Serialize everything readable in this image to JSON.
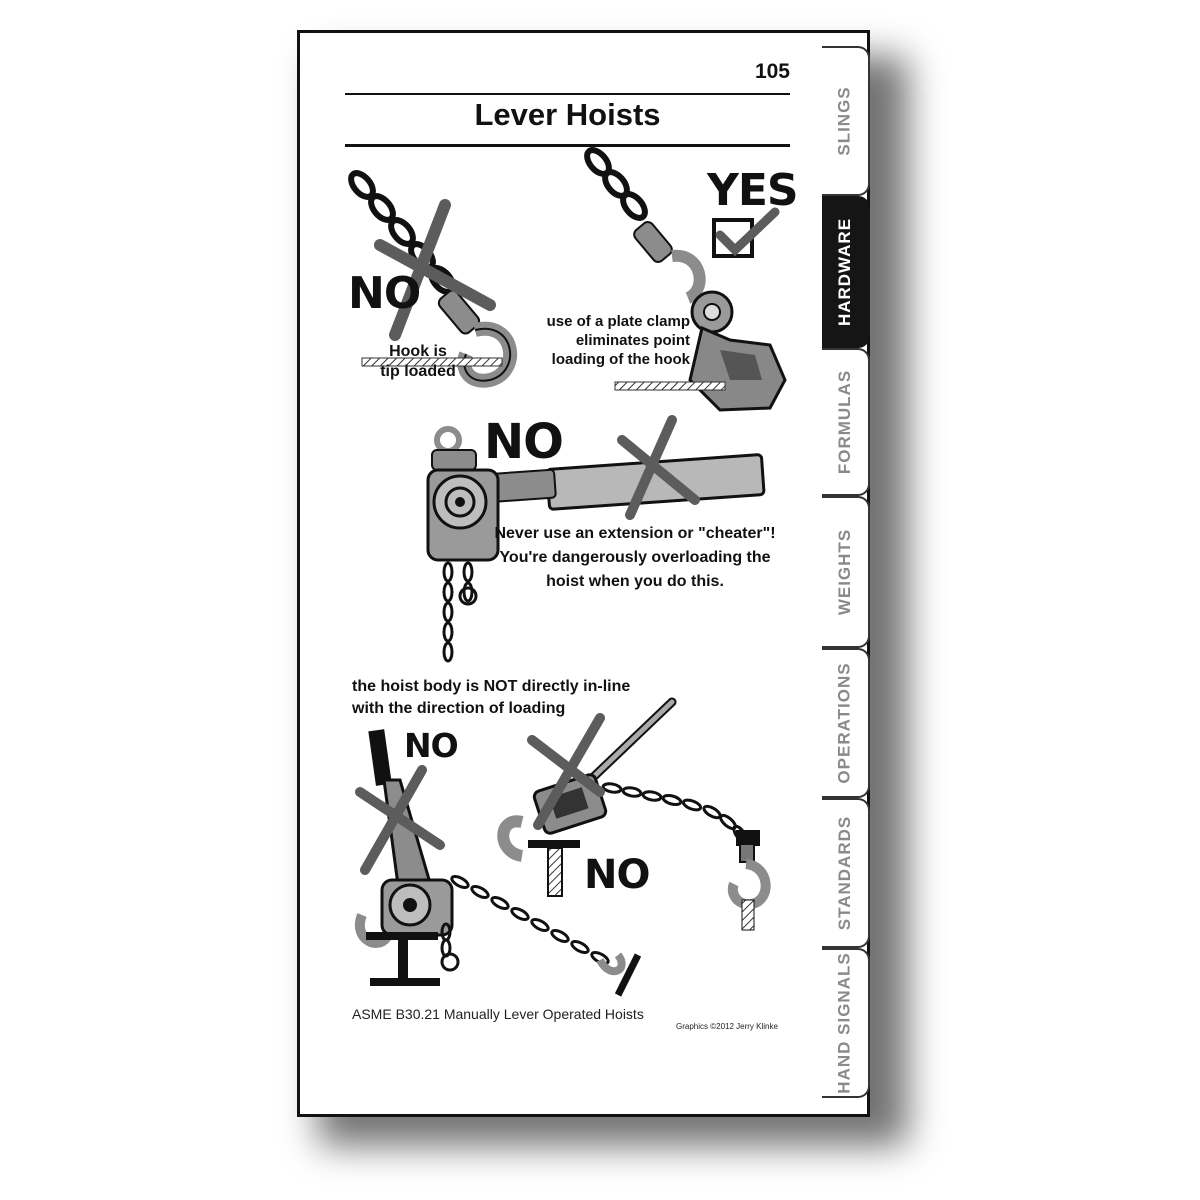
{
  "page": {
    "number": "105",
    "title": "Lever Hoists"
  },
  "tabs": [
    {
      "label": "SLINGS",
      "active": false
    },
    {
      "label": "HARDWARE",
      "active": true
    },
    {
      "label": "FORMULAS",
      "active": false
    },
    {
      "label": "WEIGHTS",
      "active": false
    },
    {
      "label": "OPERATIONS",
      "active": false
    },
    {
      "label": "STANDARDS",
      "active": false
    },
    {
      "label": "HAND SIGNALS",
      "active": false
    }
  ],
  "panels": {
    "tip_loaded": {
      "verdict": "NO",
      "caption_line1": "Hook is",
      "caption_line2": "tip loaded"
    },
    "plate_clamp": {
      "verdict": "YES",
      "caption_line1": "use of a plate clamp",
      "caption_line2": "eliminates point",
      "caption_line3": "loading of the hook"
    },
    "cheater": {
      "verdict": "NO",
      "caption_line1": "Never use an extension or \"cheater\"!",
      "caption_line2": "You're dangerously overloading the",
      "caption_line3": "hoist when you do this."
    },
    "inline": {
      "caption_line1": "the hoist body is NOT directly in-line",
      "caption_line2": "with the direction of loading",
      "verdict_left": "NO",
      "verdict_right": "NO"
    }
  },
  "footer": {
    "standard": "ASME B30.21 Manually Lever Operated Hoists",
    "credit": "Graphics ©2012 Jerry Klinke"
  },
  "colors": {
    "ink": "#111111",
    "cross": "#5c5c5c",
    "metal": "#8c8c8c",
    "active_tab": "#151515"
  }
}
